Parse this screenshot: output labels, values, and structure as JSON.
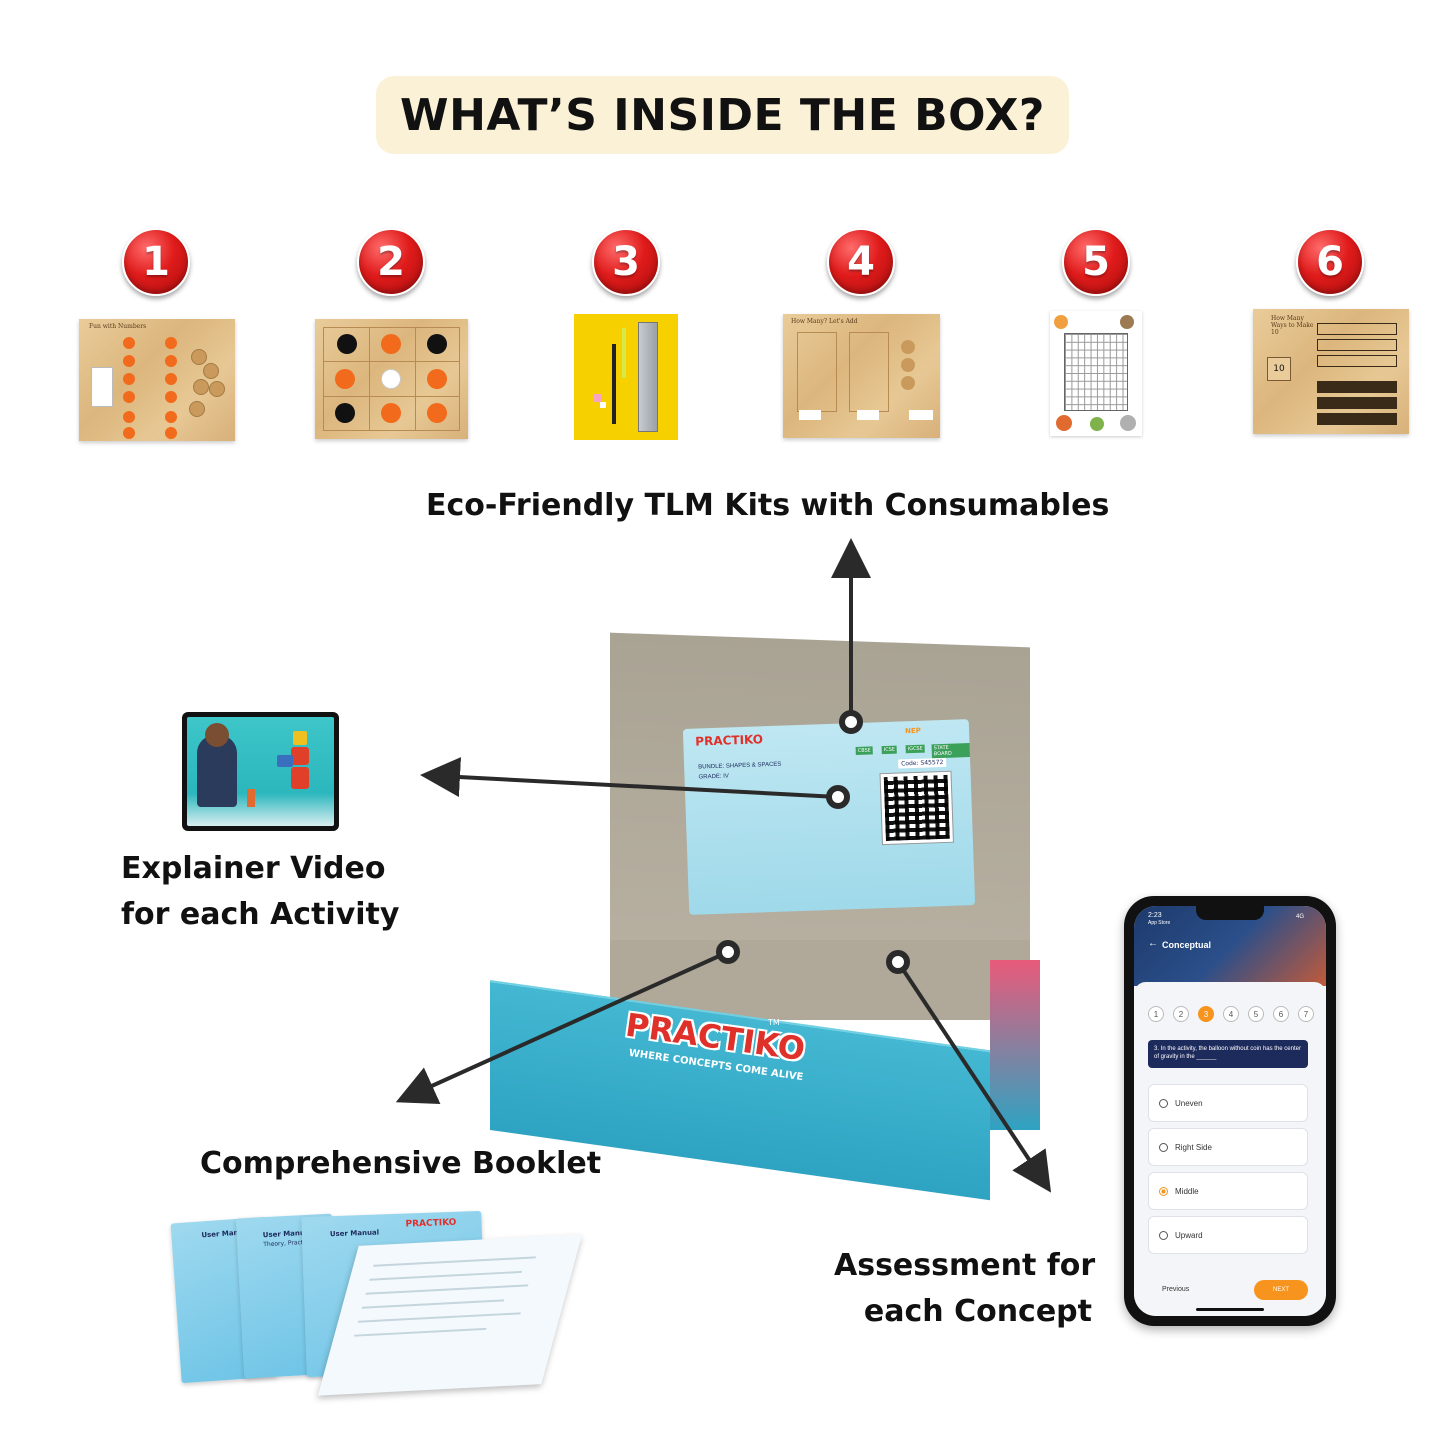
{
  "title": "WHAT’S INSIDE THE BOX?",
  "kits": [
    {
      "number": "1",
      "caption": "Fun with Numbers"
    },
    {
      "number": "2",
      "caption": ""
    },
    {
      "number": "3",
      "caption": ""
    },
    {
      "number": "4",
      "caption": "How Many? Let's Add"
    },
    {
      "number": "5",
      "caption": ""
    },
    {
      "number": "6",
      "caption": "How Many Ways to Make 10"
    }
  ],
  "kit6_value": "10",
  "labels": {
    "eco": "Eco-Friendly TLM Kits with Consumables",
    "video_line1": "Explainer Video",
    "video_line2": "for each Activity",
    "booklet": "Comprehensive Booklet",
    "assess_line1": "Assessment for",
    "assess_line2": "each Concept"
  },
  "box": {
    "brand": "PRACTIKO",
    "tagline": "WHERE CONCEPTS COME ALIVE",
    "trademark": "TM",
    "card_bundle": "BUNDLE: SHAPES & SPACES",
    "card_grade": "GRADE: IV",
    "card_code": "Code: S45572",
    "card_nep": "NEP",
    "boards": [
      "CBSE",
      "ICSE",
      "IGCSE",
      "STATE BOARD"
    ]
  },
  "booklet": {
    "cover_title": "User Manual",
    "cover_sub": "Theory, Practice",
    "brand": "PRACTIKO"
  },
  "phone": {
    "time": "2:23",
    "back_label": "App Store",
    "signal": "4G",
    "header": "Conceptual",
    "steps": [
      "1",
      "2",
      "3",
      "4",
      "5",
      "6",
      "7"
    ],
    "active_step": 3,
    "question": "3. In the activity, the balloon without coin has the center of gravity in the ______",
    "options": [
      "Uneven",
      "Right Side",
      "Middle",
      "Upward"
    ],
    "selected_option": "Middle",
    "prev_label": "Previous",
    "next_label": "NEXT"
  },
  "colors": {
    "badge_red": "#e01b1b",
    "box_blue": "#2ea3c2",
    "title_bg": "#fbf1d6",
    "next_orange": "#f7941d",
    "question_navy": "#1d2a5c",
    "kit_orange": "#f26a1b"
  }
}
